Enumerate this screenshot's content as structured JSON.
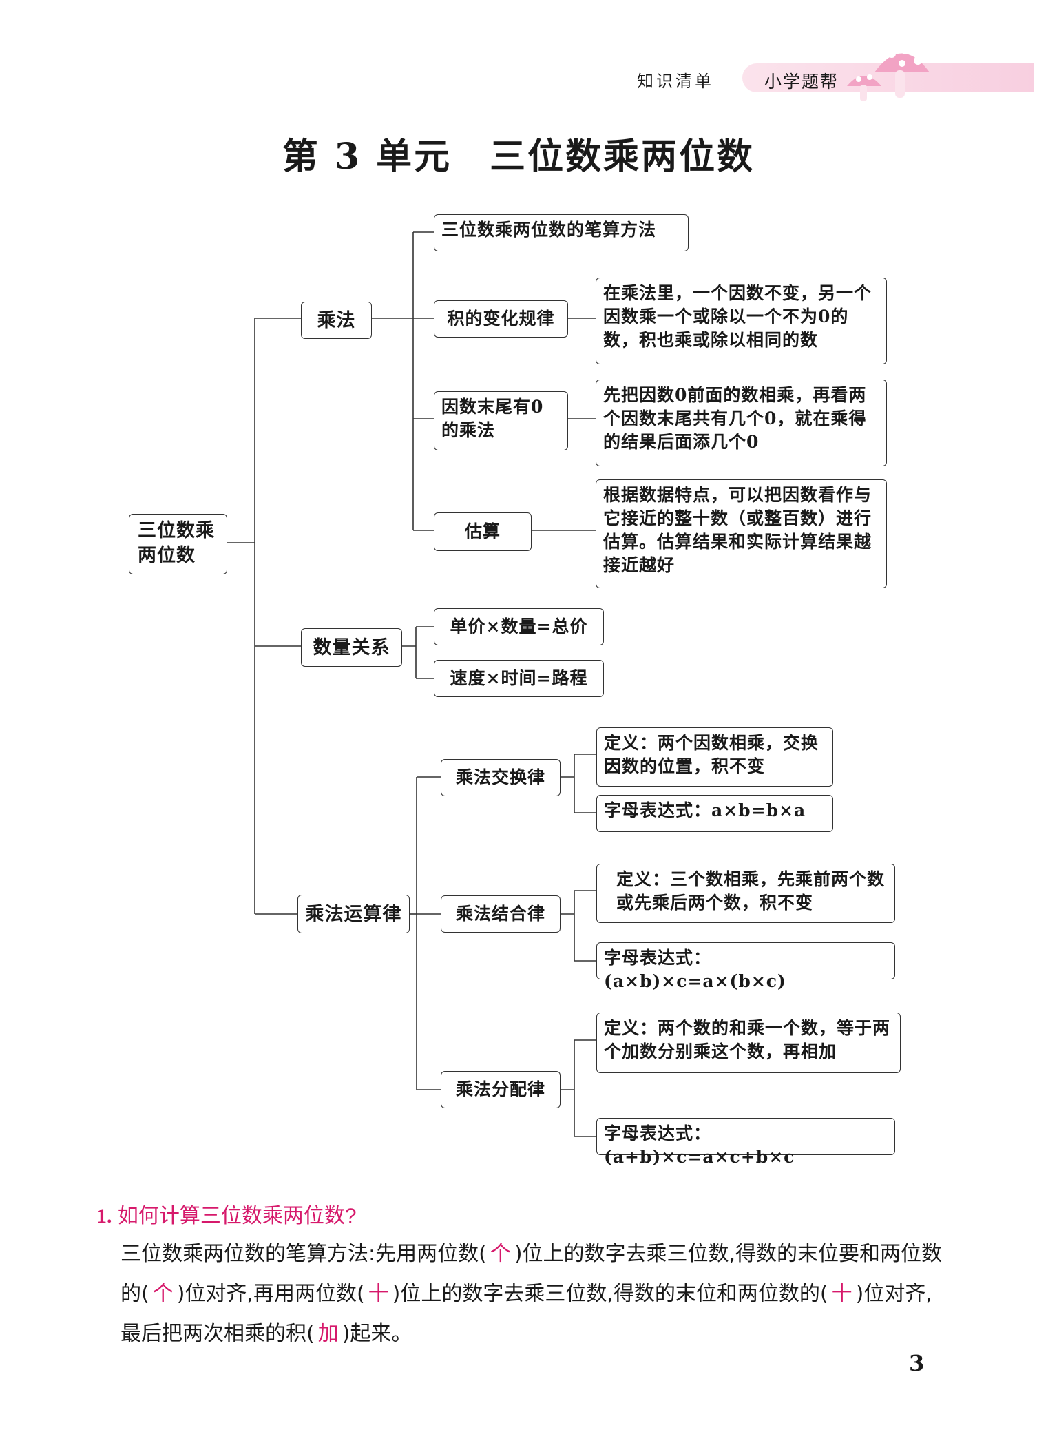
{
  "header": {
    "label": "知识清单",
    "brand": "小学题帮"
  },
  "title": "第 3 单元　三位数乘两位数",
  "mindmap": {
    "root": "三位数乘两位数",
    "cat1": "乘法",
    "cat1_items": [
      "三位数乘两位数的笔算方法",
      "积的变化规律",
      "因数末尾有0的乘法",
      "估算"
    ],
    "cat1_details": [
      "在乘法里，一个因数不变，另一个因数乘一个或除以一个不为0的数，积也乘或除以相同的数",
      "先把因数0前面的数相乘，再看两个因数末尾共有几个0，就在乘得的结果后面添几个0",
      "根据数据特点，可以把因数看作与它接近的整十数（或整百数）进行估算。估算结果和实际计算结果越接近越好"
    ],
    "cat2": "数量关系",
    "cat2_items": [
      "单价×数量=总价",
      "速度×时间=路程"
    ],
    "cat3": "乘法运算律",
    "laws": [
      {
        "name": "乘法交换律",
        "definition": "定义：两个因数相乘，交换因数的位置，积不变",
        "formula": "字母表达式：a×b=b×a"
      },
      {
        "name": "乘法结合律",
        "definition": "定义：三个数相乘，先乘前两个数或先乘后两个数，积不变",
        "formula": "字母表达式：(a×b)×c=a×(b×c)"
      },
      {
        "name": "乘法分配律",
        "definition": "定义：两个数的和乘一个数，等于两个加数分别乘这个数，再相加",
        "formula": "字母表达式：(a+b)×c=a×c+b×c"
      }
    ]
  },
  "question": {
    "number": "1.",
    "text": "如何计算三位数乘两位数?",
    "answer_parts": [
      "三位数乘两位数的笔算方法:先用两位数(",
      ")位上的数字去乘三位数,得数的末位要和两位数的(",
      ")位对齐,再用两位数(",
      ")位上的数字去乘三位数,得数的末位和两位数的(",
      ")位对齐,最后把两次相乘的积(",
      ")起来。"
    ],
    "blanks": [
      "个",
      "个",
      "十",
      "十",
      "加"
    ]
  },
  "page_number": "3"
}
